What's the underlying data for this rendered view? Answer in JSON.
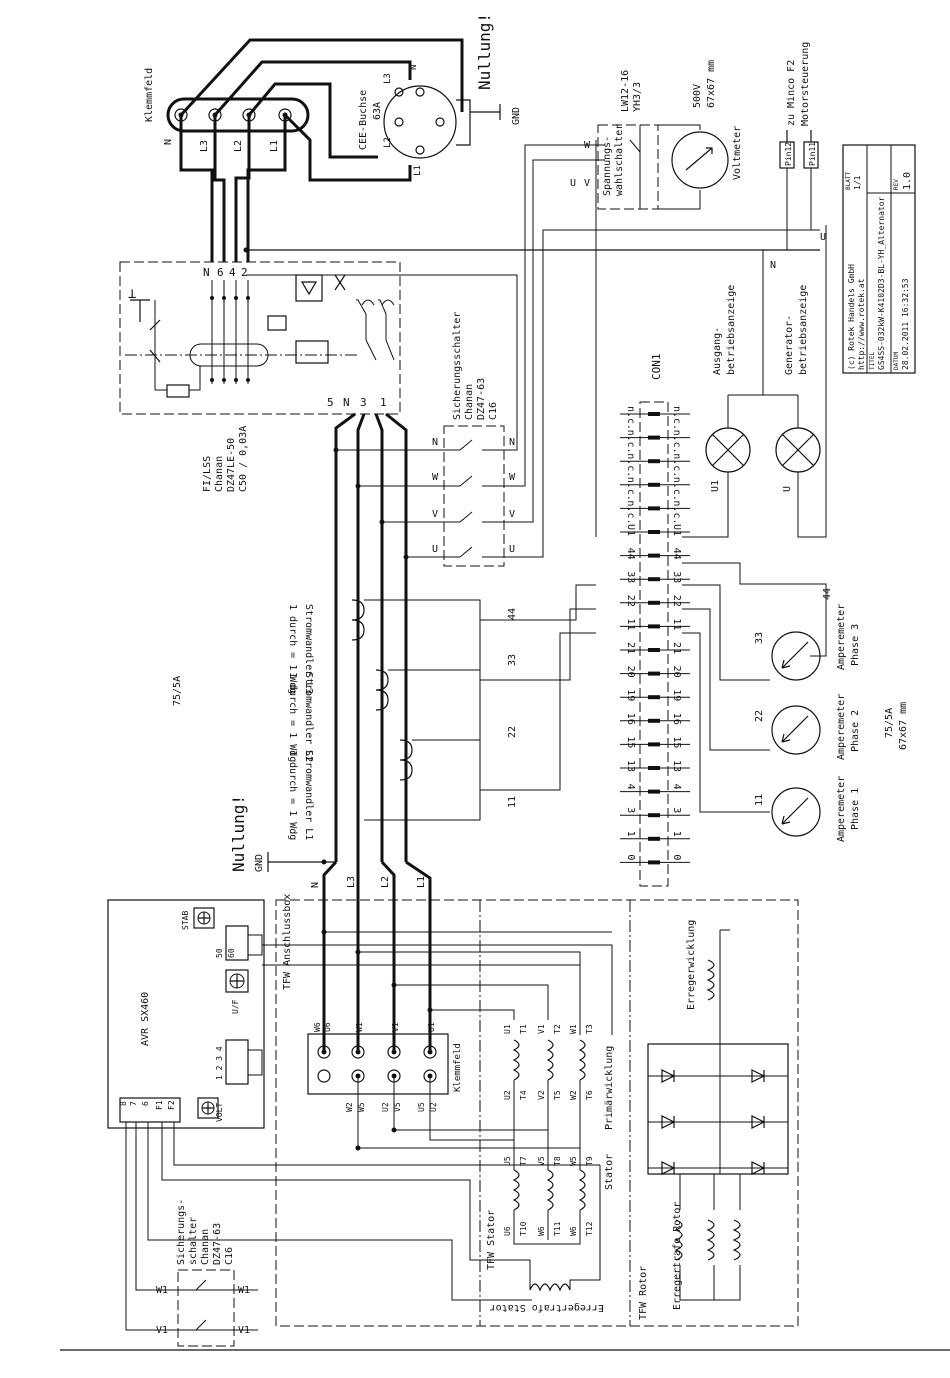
{
  "labels": {
    "nullung_top": "Nullung!",
    "gnd_top": "GND",
    "klemmfeld_top": "Klemmfeld",
    "klemmfeld_terms": [
      "N",
      "L3",
      "L2",
      "L1"
    ],
    "cee_title": "CEE-Buchse",
    "cee_rating": "63A",
    "cee_pins": [
      "L3",
      "N",
      "L2",
      "L1"
    ],
    "fi_feed": [
      "N",
      "6",
      "4",
      "2"
    ],
    "fi_out": [
      "5",
      "3",
      "1",
      "N"
    ],
    "fi_title": "FI/LSS",
    "fi_brand": "Chanan",
    "fi_model": "DZ47LE-50",
    "fi_rating": "C50 / 0,03A",
    "sich_title": "Sicherungsschalter",
    "sich_brand": "Chanan",
    "sich_model": "DZ47-63",
    "sich_rating": "C16",
    "sich_in": [
      "N",
      "W",
      "V",
      "U"
    ],
    "sich_out": [
      "N",
      "W",
      "V",
      "U"
    ],
    "sws_title": "Spannungs-",
    "sws_title2": "wahlschalter",
    "sws_model": "LW12-16",
    "sws_model2": "YH3/3",
    "sws_terms": [
      "W",
      "V",
      "U"
    ],
    "voltmeter": "Voltmeter",
    "voltmeter_spec": "500V",
    "voltmeter_size": "67x67 mm",
    "pin12": "Pin12",
    "pin11": "Pin11",
    "minco": "zu Minco F2",
    "motor": "Motorsteuerung",
    "u_line": "U",
    "n_line": "N",
    "ausgang": "Ausgang-",
    "ausgang2": "betriebsanzeige",
    "generator": "Generator-",
    "generator2": "betriebsanzeige",
    "lamp_labels": [
      "U1",
      "U"
    ],
    "con1": "CON1",
    "con1_rows": [
      "n.c.",
      "n.c.",
      "n.c.",
      "n.c.",
      "n.c.",
      "U1",
      "44",
      "33",
      "22",
      "11",
      "21",
      "20",
      "19",
      "16",
      "15",
      "13",
      "4",
      "3",
      "1",
      "0"
    ],
    "ct_labels": [
      "Stromwandler L3",
      "Stromwandler L2",
      "Stromwandler L1"
    ],
    "ct_ratio": "1 durch = 1 Wdg",
    "ct_wire_nums": [
      "44",
      "33",
      "22",
      "11"
    ],
    "ratio_left": "75/5A",
    "amp_nums": [
      "33",
      "22",
      "11"
    ],
    "amp_name": "Amperemeter",
    "amp_phases": [
      "Phase 3",
      "Phase 2",
      "Phase 1"
    ],
    "amp_spec": "75/5A",
    "amp_size": "67x67 mm",
    "nullung_mid": "Nullung!",
    "gnd_mid": "GND",
    "mid_lines": [
      "N",
      "L3",
      "L2",
      "L1"
    ],
    "tfw_box": "TFW Anschlussbox",
    "avr": "AVR SX460",
    "avr_stab": "STAB",
    "avr_uf": "U/F",
    "avr_volt": "VOLT",
    "avr_top_pins": [
      "50",
      "60"
    ],
    "avr_mid_pins": [
      "1 2 3 4"
    ],
    "avr_bottom_pins": [
      "8",
      "7",
      "6",
      "F1",
      "F2"
    ],
    "kf2_top": [
      "W6",
      "U6",
      "W1",
      "V1",
      "U1"
    ],
    "kf2_bottom": [
      "W2",
      "W5",
      "U2",
      "V5",
      "U5",
      "U2"
    ],
    "kf2_label": "Klemmfeld",
    "prim": "Primärwicklung",
    "stator_label": "Stator",
    "coil_top": [
      "U1",
      "T1",
      "V1",
      "T2",
      "W1",
      "T3"
    ],
    "coil_mid": [
      "U2",
      "T4",
      "V2",
      "T5",
      "W2",
      "T6"
    ],
    "coil_low": [
      "U5",
      "T7",
      "V5",
      "T8",
      "W5",
      "T9"
    ],
    "coil_bot": [
      "U6",
      "T10",
      "W6",
      "T11",
      "W6",
      "T12"
    ],
    "tfw_stator": "TFW Stator",
    "tfw_rotor": "TFW Rotor",
    "erregerwicklung": "Erregerwicklung",
    "erregertrafo_stator": "Erregertrafo Stator",
    "erregertrafo_rotor": "Erregertrafo Rotor",
    "sich2_title": "Sicherungs-",
    "sich2_title2": "schalter",
    "sich2_brand": "Chanan",
    "sich2_model": "DZ47-63",
    "sich2_rating": "C16",
    "sich2_terms": [
      "W1",
      "V1"
    ],
    "tb_copyright": "(c) Rotek Handels GmbH",
    "tb_url": "http://www.rotek.at",
    "tb_titel_lbl": "TITEL",
    "tb_titel": "GS4SS-032kW-K4102D3-BL-YH_Alternator",
    "tb_datum_lbl": "DATUM",
    "tb_datum": "28.02.2011 16:32:53",
    "tb_blatt_lbl": "BLATT",
    "tb_blatt": "1/1",
    "tb_rev_lbl": "REV",
    "tb_rev": "1.0"
  }
}
